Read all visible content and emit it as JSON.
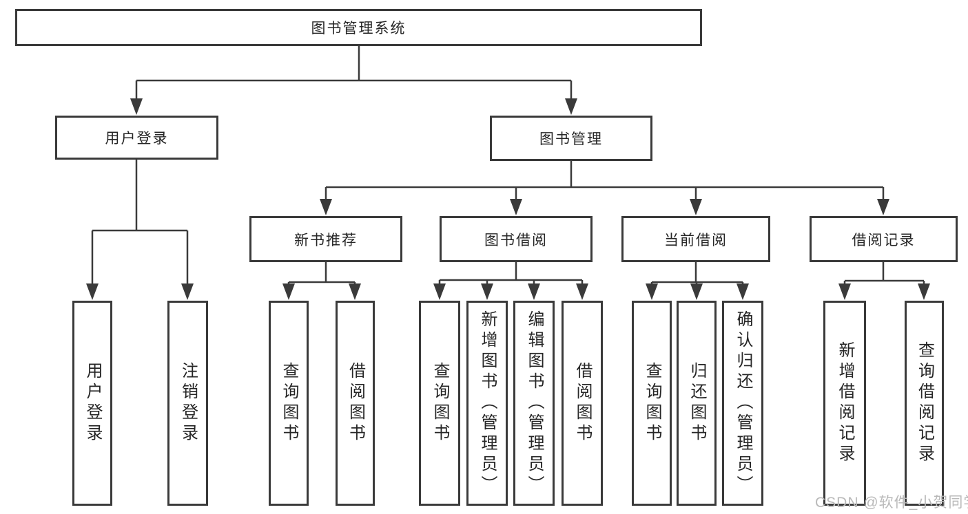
{
  "diagram": {
    "root": {
      "label": "图书管理系统"
    },
    "level2": [
      {
        "label": "用户登录"
      },
      {
        "label": "图书管理"
      }
    ],
    "level3": [
      {
        "label": "新书推荐"
      },
      {
        "label": "图书借阅"
      },
      {
        "label": "当前借阅"
      },
      {
        "label": "借阅记录"
      }
    ],
    "leaves": {
      "user_login": [
        "用户登录",
        "注销登录"
      ],
      "new_book": [
        "查询图书",
        "借阅图书"
      ],
      "book_borrow": [
        "查询图书",
        "新增图书（管理员）",
        "编辑图书（管理员）",
        "借阅图书"
      ],
      "current_borrow": [
        "查询图书",
        "归还图书",
        "确认归还（管理员）"
      ],
      "borrow_record": [
        "新增借阅记录",
        "查询借阅记录"
      ]
    }
  },
  "watermark": "CSDN @软件_小贺同学",
  "colors": {
    "line": "#3a3a3a",
    "text": "#262626",
    "watermark": "#b9b9b9",
    "background": "#ffffff"
  }
}
